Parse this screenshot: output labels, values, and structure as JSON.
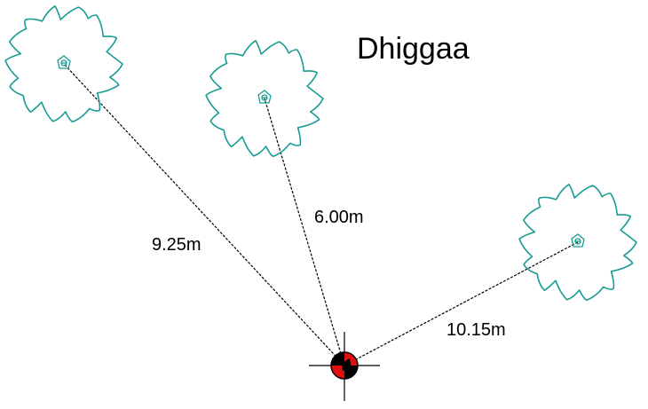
{
  "diagram": {
    "title": "Dhiggaa",
    "colors": {
      "tree": "#1a9c94",
      "marker_fill": "#e01010",
      "marker_dark": "#000000",
      "line": "#000000",
      "background": "#ffffff"
    },
    "trees": [
      {
        "id": "tree-1",
        "icon": "tree-canopy-icon"
      },
      {
        "id": "tree-2",
        "icon": "tree-canopy-icon"
      },
      {
        "id": "tree-3",
        "icon": "tree-canopy-icon"
      }
    ],
    "survey_point": {
      "icon": "survey-target-icon"
    },
    "distances": [
      {
        "to": "tree-1",
        "label": "9.25m"
      },
      {
        "to": "tree-2",
        "label": "6.00m"
      },
      {
        "to": "tree-3",
        "label": "10.15m"
      }
    ]
  }
}
